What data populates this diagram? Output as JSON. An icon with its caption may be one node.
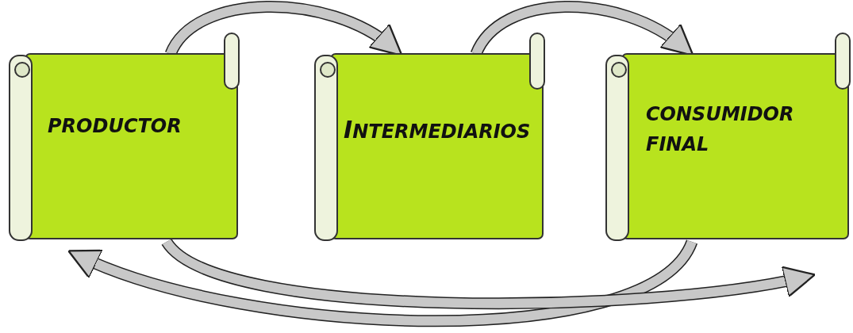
{
  "diagram": {
    "nodes": [
      {
        "text": [
          "PRODUCTOR"
        ]
      },
      {
        "text": [
          "INTERMEDIARIOS"
        ]
      },
      {
        "text": [
          "CONSUMIDOR FINAL"
        ]
      }
    ],
    "edges": [
      {
        "from": 0,
        "to": 1,
        "arrow": "to"
      },
      {
        "from": 1,
        "to": 2,
        "arrow": "to"
      },
      {
        "from": 2,
        "to": 0,
        "arrow": "to"
      },
      {
        "from": 0,
        "to": 2,
        "arrow": "to"
      }
    ]
  }
}
